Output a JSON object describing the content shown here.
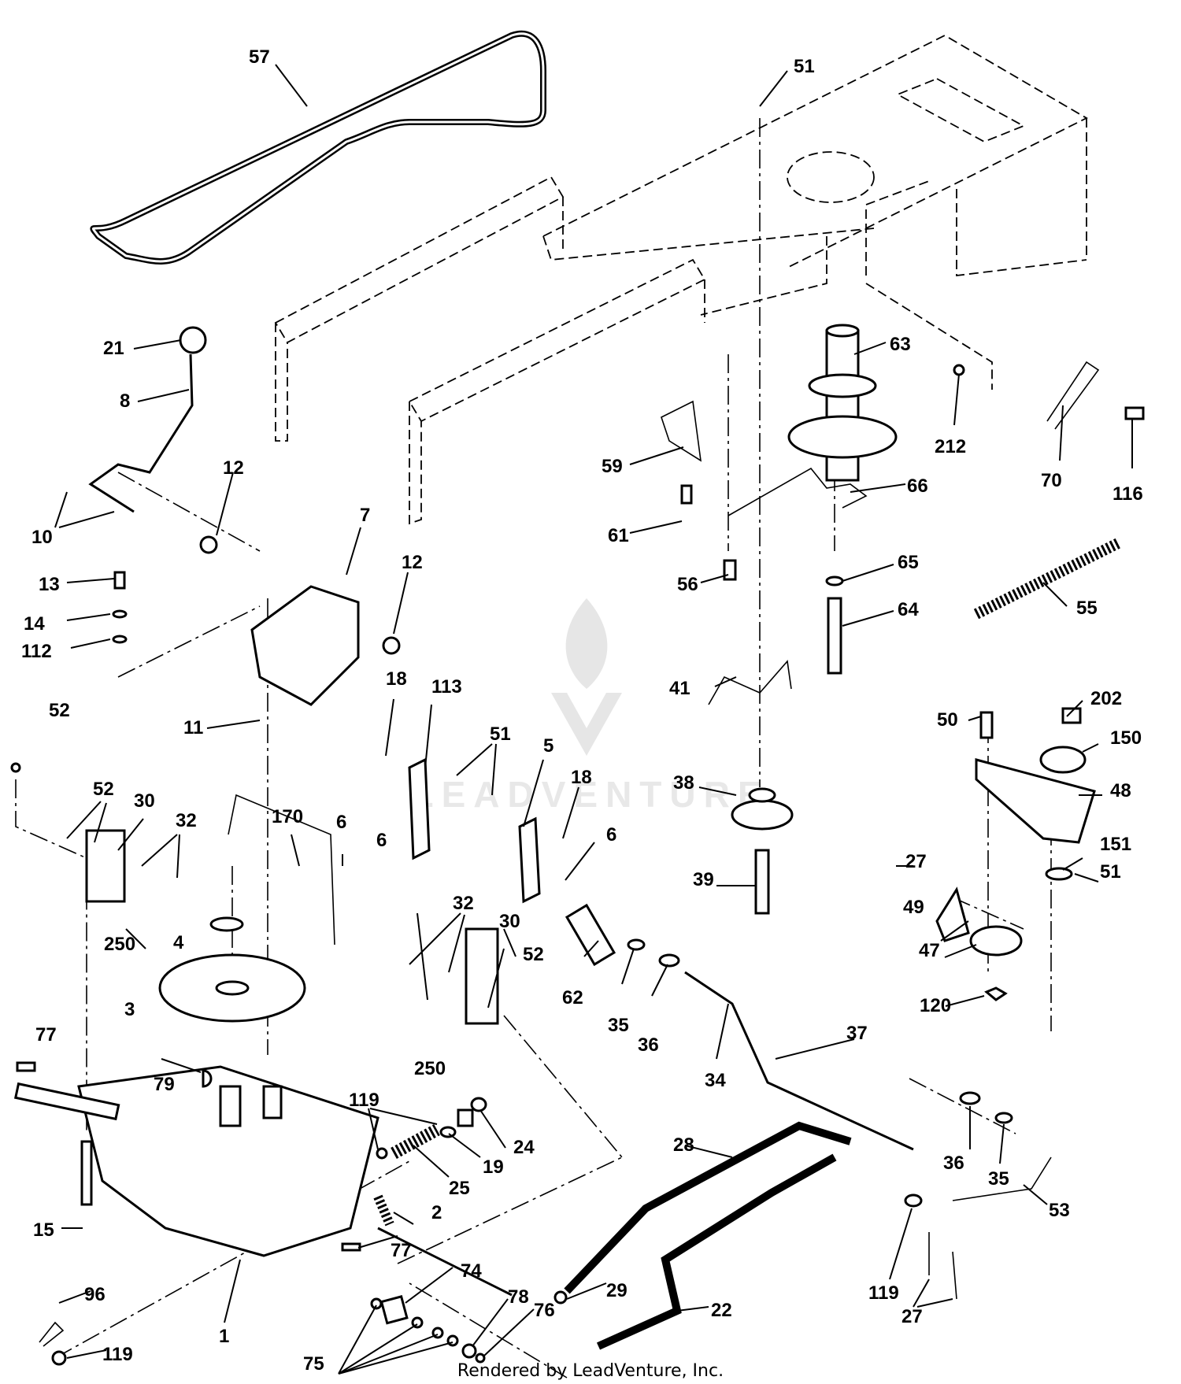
{
  "footer": "Rendered by LeadVenture, Inc.",
  "watermark": "LEADVENTURE",
  "labels": [
    {
      "id": "57",
      "text": "57"
    },
    {
      "id": "51a",
      "text": "51"
    },
    {
      "id": "21",
      "text": "21"
    },
    {
      "id": "8",
      "text": "8"
    },
    {
      "id": "63",
      "text": "63"
    },
    {
      "id": "212",
      "text": "212"
    },
    {
      "id": "59",
      "text": "59"
    },
    {
      "id": "66",
      "text": "66"
    },
    {
      "id": "70",
      "text": "70"
    },
    {
      "id": "116",
      "text": "116"
    },
    {
      "id": "12a",
      "text": "12"
    },
    {
      "id": "10",
      "text": "10"
    },
    {
      "id": "7",
      "text": "7"
    },
    {
      "id": "61",
      "text": "61"
    },
    {
      "id": "12b",
      "text": "12"
    },
    {
      "id": "13",
      "text": "13"
    },
    {
      "id": "65",
      "text": "65"
    },
    {
      "id": "56",
      "text": "56"
    },
    {
      "id": "55",
      "text": "55"
    },
    {
      "id": "14",
      "text": "14"
    },
    {
      "id": "64",
      "text": "64"
    },
    {
      "id": "112",
      "text": "112"
    },
    {
      "id": "41",
      "text": "41"
    },
    {
      "id": "18a",
      "text": "18"
    },
    {
      "id": "113",
      "text": "113"
    },
    {
      "id": "202",
      "text": "202"
    },
    {
      "id": "52a",
      "text": "52"
    },
    {
      "id": "50",
      "text": "50"
    },
    {
      "id": "11",
      "text": "11"
    },
    {
      "id": "150",
      "text": "150"
    },
    {
      "id": "51b",
      "text": "51"
    },
    {
      "id": "5",
      "text": "5"
    },
    {
      "id": "52b",
      "text": "52"
    },
    {
      "id": "38",
      "text": "38"
    },
    {
      "id": "48",
      "text": "48"
    },
    {
      "id": "18b",
      "text": "18"
    },
    {
      "id": "30a",
      "text": "30"
    },
    {
      "id": "170",
      "text": "170"
    },
    {
      "id": "6a",
      "text": "6"
    },
    {
      "id": "32a",
      "text": "32"
    },
    {
      "id": "6b",
      "text": "6"
    },
    {
      "id": "6c",
      "text": "6"
    },
    {
      "id": "151",
      "text": "151"
    },
    {
      "id": "27a",
      "text": "27"
    },
    {
      "id": "39",
      "text": "39"
    },
    {
      "id": "51c",
      "text": "51"
    },
    {
      "id": "250a",
      "text": "250"
    },
    {
      "id": "32b",
      "text": "32"
    },
    {
      "id": "49",
      "text": "49"
    },
    {
      "id": "30b",
      "text": "30"
    },
    {
      "id": "4",
      "text": "4"
    },
    {
      "id": "52c",
      "text": "52"
    },
    {
      "id": "47",
      "text": "47"
    },
    {
      "id": "62",
      "text": "62"
    },
    {
      "id": "3",
      "text": "3"
    },
    {
      "id": "35a",
      "text": "35"
    },
    {
      "id": "120",
      "text": "120"
    },
    {
      "id": "36a",
      "text": "36"
    },
    {
      "id": "250b",
      "text": "250"
    },
    {
      "id": "37",
      "text": "37"
    },
    {
      "id": "77a",
      "text": "77"
    },
    {
      "id": "79",
      "text": "79"
    },
    {
      "id": "34",
      "text": "34"
    },
    {
      "id": "119a",
      "text": "119"
    },
    {
      "id": "24",
      "text": "24"
    },
    {
      "id": "28",
      "text": "28"
    },
    {
      "id": "19",
      "text": "19"
    },
    {
      "id": "36b",
      "text": "36"
    },
    {
      "id": "35b",
      "text": "35"
    },
    {
      "id": "25",
      "text": "25"
    },
    {
      "id": "53",
      "text": "53"
    },
    {
      "id": "2",
      "text": "2"
    },
    {
      "id": "15",
      "text": "15"
    },
    {
      "id": "77b",
      "text": "77"
    },
    {
      "id": "74",
      "text": "74"
    },
    {
      "id": "29",
      "text": "29"
    },
    {
      "id": "119b",
      "text": "119"
    },
    {
      "id": "96",
      "text": "96"
    },
    {
      "id": "22",
      "text": "22"
    },
    {
      "id": "78",
      "text": "78"
    },
    {
      "id": "27b",
      "text": "27"
    },
    {
      "id": "76",
      "text": "76"
    },
    {
      "id": "1",
      "text": "1"
    },
    {
      "id": "119c",
      "text": "119"
    },
    {
      "id": "75",
      "text": "75"
    }
  ]
}
